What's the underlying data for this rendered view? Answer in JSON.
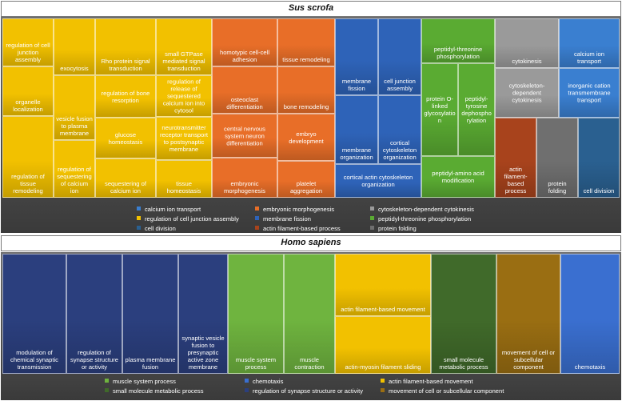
{
  "charts": [
    {
      "title": "Sus scrofa",
      "colors": {
        "calcium": "#3a7fd0",
        "cellJunction": "#f2c100",
        "cellDivision": "#2a6090",
        "embryonic": "#e86e28",
        "membrane": "#2e63b8",
        "actin": "#a8431c",
        "cytoskeleton": "#9a9a9a",
        "peptidyl": "#5aab32",
        "protein": "#6f6f6f"
      },
      "tiles": [
        {
          "label": "regulation of cell junction assembly",
          "group": "cellJunction",
          "weight": 1.2
        },
        {
          "label": "organelle localization",
          "group": "cellJunction",
          "weight": 1.0
        },
        {
          "label": "regulation of tissue remodeling",
          "group": "cellJunction",
          "weight": 1.0
        },
        {
          "label": "exocytosis",
          "group": "cellJunction",
          "weight": 0.7
        },
        {
          "label": "vesicle fusion to plasma membrane",
          "group": "cellJunction",
          "weight": 0.9
        },
        {
          "label": "regulation of sequestering of calcium ion",
          "group": "cellJunction",
          "weight": 0.9
        },
        {
          "label": "Rho protein signal transduction",
          "group": "cellJunction",
          "weight": 0.9
        },
        {
          "label": "regulation of bone resorption",
          "group": "cellJunction",
          "weight": 0.8
        },
        {
          "label": "glucose homeostasis",
          "group": "cellJunction",
          "weight": 0.8
        },
        {
          "label": "sequestering of calcium ion",
          "group": "cellJunction",
          "weight": 0.8
        },
        {
          "label": "small GTPase mediated signal transduction",
          "group": "cellJunction",
          "weight": 0.7
        },
        {
          "label": "regulation of release of sequestered calcium ion into cytosol",
          "group": "cellJunction",
          "weight": 0.8
        },
        {
          "label": "neurotransmitter receptor transport to postsynaptic membrane",
          "group": "cellJunction",
          "weight": 0.8
        },
        {
          "label": "tissue homeostasis",
          "group": "cellJunction",
          "weight": 0.6
        },
        {
          "label": "homotypic cell-cell adhesion",
          "group": "embryonic",
          "weight": 0.7
        },
        {
          "label": "osteoclast differentiation",
          "group": "embryonic",
          "weight": 0.8
        },
        {
          "label": "central nervous system neuron differentiation",
          "group": "embryonic",
          "weight": 0.8
        },
        {
          "label": "embryonic morphogenesis",
          "group": "embryonic",
          "weight": 0.7
        },
        {
          "label": "tissue remodeling",
          "group": "embryonic",
          "weight": 0.7
        },
        {
          "label": "bone remodeling",
          "group": "embryonic",
          "weight": 0.7
        },
        {
          "label": "embryo development",
          "group": "embryonic",
          "weight": 0.7
        },
        {
          "label": "platelet aggregation",
          "group": "embryonic",
          "weight": 0.6
        },
        {
          "label": "membrane fission",
          "group": "membrane",
          "weight": 0.9
        },
        {
          "label": "cell junction assembly",
          "group": "membrane",
          "weight": 0.9
        },
        {
          "label": "membrane organization",
          "group": "membrane",
          "weight": 0.8
        },
        {
          "label": "cortical cytoskeleton organization",
          "group": "membrane",
          "weight": 0.8
        },
        {
          "label": "cortical actin cytoskeleton organization",
          "group": "membrane",
          "weight": 0.8
        },
        {
          "label": "peptidyl-threonine phosphorylation",
          "group": "peptidyl",
          "weight": 1.0
        },
        {
          "label": "protein O-linked glycosylation",
          "group": "peptidyl",
          "weight": 1.0
        },
        {
          "label": "peptidyl-tyrosine dephosphorylation",
          "group": "peptidyl",
          "weight": 1.0
        },
        {
          "label": "peptidyl-amino acid modification",
          "group": "peptidyl",
          "weight": 0.9
        },
        {
          "label": "cytokinesis",
          "group": "cytoskeleton",
          "weight": 1.0
        },
        {
          "label": "cytoskeleton-dependent cytokinesis",
          "group": "cytoskeleton",
          "weight": 0.9
        },
        {
          "label": "actin filament-based process",
          "group": "actin",
          "weight": 1.1
        },
        {
          "label": "protein folding",
          "group": "protein",
          "weight": 1.1
        },
        {
          "label": "calcium ion transport",
          "group": "calcium",
          "weight": 0.9
        },
        {
          "label": "inorganic cation transmembrane transport",
          "group": "calcium",
          "weight": 0.9
        },
        {
          "label": "cell division",
          "group": "cellDivision",
          "weight": 1.1
        }
      ],
      "legend": [
        {
          "label": "calcium ion transport",
          "group": "calcium"
        },
        {
          "label": "embryonic morphogenesis",
          "group": "embryonic"
        },
        {
          "label": "cytoskeleton-dependent cytokinesis",
          "group": "cytoskeleton"
        },
        {
          "label": "regulation of cell junction assembly",
          "group": "cellJunction"
        },
        {
          "label": "membrane fission",
          "group": "membrane"
        },
        {
          "label": "peptidyl-threonine phosphorylation",
          "group": "peptidyl"
        },
        {
          "label": "cell division",
          "group": "cellDivision"
        },
        {
          "label": "actin filament-based process",
          "group": "actin"
        },
        {
          "label": "protein folding",
          "group": "protein"
        }
      ]
    },
    {
      "title": "Homo sapiens",
      "colors": {
        "synaptic": "#2b3f7e",
        "muscle": "#6fb43f",
        "actinMove": "#f2c100",
        "smallMol": "#406a2a",
        "movement": "#9a6e12",
        "chemotaxis": "#3a6fd0"
      },
      "tiles": [
        {
          "label": "modulation of chemical synaptic transmission",
          "group": "synaptic",
          "weight": 1.0
        },
        {
          "label": "regulation of synapse structure or activity",
          "group": "synaptic",
          "weight": 1.0
        },
        {
          "label": "plasma membrane fusion",
          "group": "synaptic",
          "weight": 1.0
        },
        {
          "label": "synaptic vesicle fusion to presynaptic active zone membrane",
          "group": "synaptic",
          "weight": 1.0
        },
        {
          "label": "muscle system process",
          "group": "muscle",
          "weight": 1.0
        },
        {
          "label": "muscle contraction",
          "group": "muscle",
          "weight": 1.0
        },
        {
          "label": "actin filament-based movement",
          "group": "actinMove",
          "weight": 1.0
        },
        {
          "label": "actin-myosin filament sliding",
          "group": "actinMove",
          "weight": 1.0
        },
        {
          "label": "small molecule metabolic process",
          "group": "smallMol",
          "weight": 1.0
        },
        {
          "label": "movement of cell or subcellular component",
          "group": "movement",
          "weight": 1.0
        },
        {
          "label": "chemotaxis",
          "group": "chemotaxis",
          "weight": 1.0
        }
      ],
      "legend": [
        {
          "label": "muscle system process",
          "group": "muscle"
        },
        {
          "label": "chemotaxis",
          "group": "chemotaxis"
        },
        {
          "label": "actin filament-based movement",
          "group": "actinMove"
        },
        {
          "label": "small molecule metabolic process",
          "group": "smallMol"
        },
        {
          "label": "regulation of synapse structure or activity",
          "group": "synaptic"
        },
        {
          "label": "movement of cell or subcellular component",
          "group": "movement"
        }
      ]
    }
  ]
}
